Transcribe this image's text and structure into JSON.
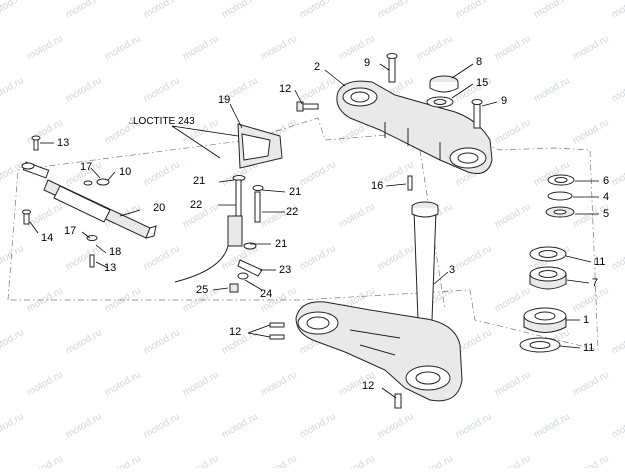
{
  "watermark": "motod.ru",
  "note": {
    "text": "LOCTITE 243",
    "icon": "drop-icon"
  },
  "labels": [
    {
      "id": "9a",
      "text": "9"
    },
    {
      "id": "2",
      "text": "2"
    },
    {
      "id": "8",
      "text": "8"
    },
    {
      "id": "15",
      "text": "15"
    },
    {
      "id": "9b",
      "text": "9"
    },
    {
      "id": "12a",
      "text": "12"
    },
    {
      "id": "19",
      "text": "19"
    },
    {
      "id": "13a",
      "text": "13"
    },
    {
      "id": "17a",
      "text": "17"
    },
    {
      "id": "10",
      "text": "10"
    },
    {
      "id": "20",
      "text": "20"
    },
    {
      "id": "14",
      "text": "14"
    },
    {
      "id": "17b",
      "text": "17"
    },
    {
      "id": "18",
      "text": "18"
    },
    {
      "id": "13b",
      "text": "13"
    },
    {
      "id": "21a",
      "text": "21"
    },
    {
      "id": "21b",
      "text": "21"
    },
    {
      "id": "22a",
      "text": "22"
    },
    {
      "id": "22b",
      "text": "22"
    },
    {
      "id": "21c",
      "text": "21"
    },
    {
      "id": "23",
      "text": "23"
    },
    {
      "id": "25",
      "text": "25"
    },
    {
      "id": "24",
      "text": "24"
    },
    {
      "id": "16",
      "text": "16"
    },
    {
      "id": "3",
      "text": "3"
    },
    {
      "id": "6",
      "text": "6"
    },
    {
      "id": "4",
      "text": "4"
    },
    {
      "id": "5",
      "text": "5"
    },
    {
      "id": "11a",
      "text": "11"
    },
    {
      "id": "7",
      "text": "7"
    },
    {
      "id": "1",
      "text": "1"
    },
    {
      "id": "11b",
      "text": "11"
    },
    {
      "id": "12b",
      "text": "12"
    },
    {
      "id": "12c",
      "text": "12"
    }
  ]
}
